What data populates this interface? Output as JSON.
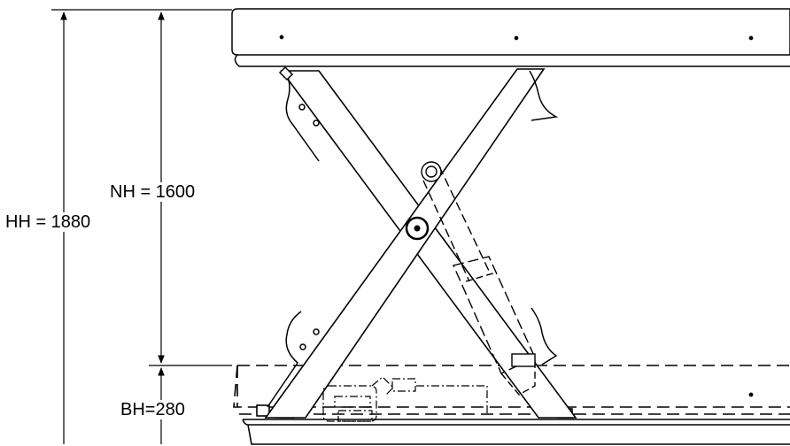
{
  "dimensions": {
    "hh": "HH = 1880",
    "nh": "NH = 1600",
    "bh": "BH=280"
  },
  "colors": {
    "line": "#000000",
    "background": "#ffffff"
  }
}
